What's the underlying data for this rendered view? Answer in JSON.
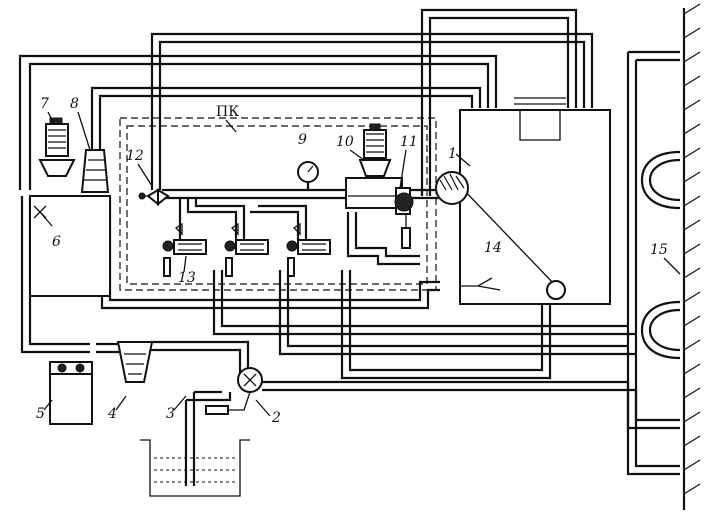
{
  "labels": {
    "n1": "1",
    "n2": "2",
    "n3": "3",
    "n4": "4",
    "n5": "5",
    "n6": "6",
    "n7": "7",
    "n8": "8",
    "n9": "9",
    "n10": "10",
    "n11": "11",
    "n12": "12",
    "n13": "13",
    "n14": "14",
    "n15": "15",
    "pk": "ПК"
  }
}
